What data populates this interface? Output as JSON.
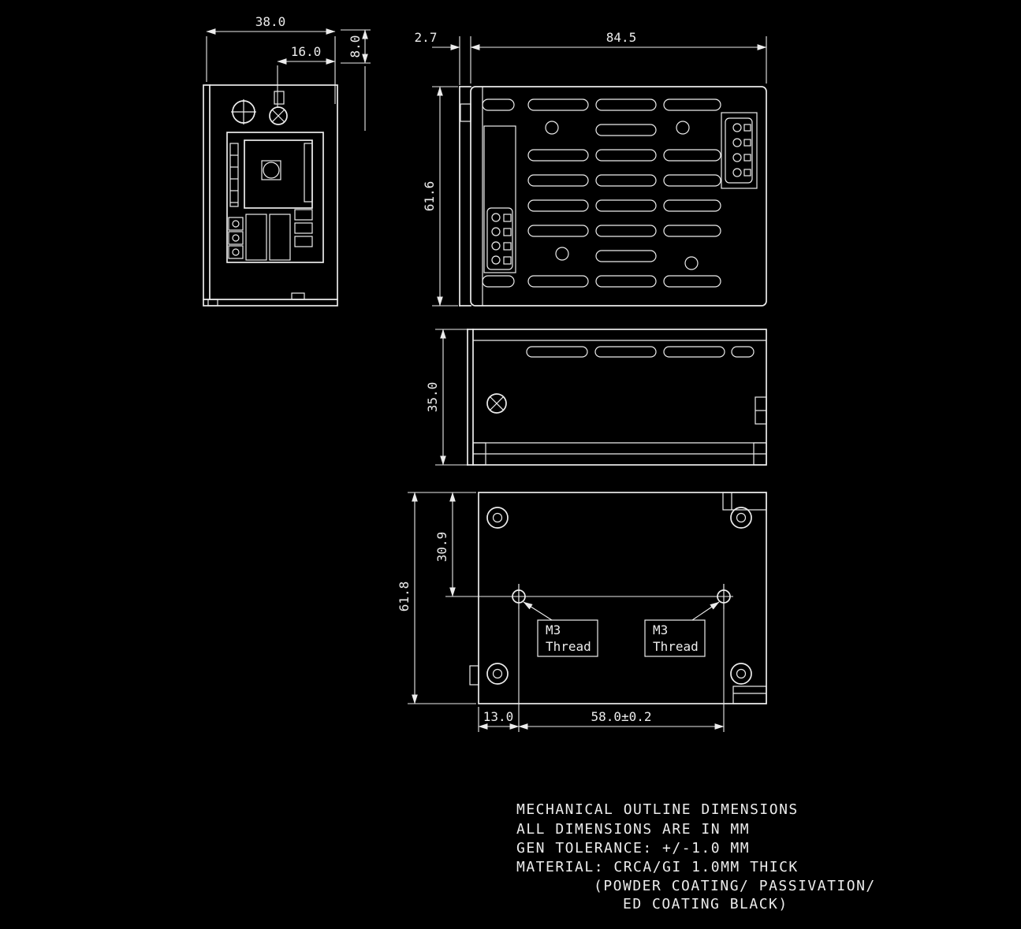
{
  "page": {
    "background": "#000000",
    "ink": "#ececec"
  },
  "views": {
    "front": {
      "dim_width": "38.0",
      "dim_inner": "16.0",
      "dim_depth": "8.0"
    },
    "top": {
      "dim_offset": "2.7",
      "dim_width": "84.5",
      "dim_height": "61.6"
    },
    "side": {
      "dim_height": "35.0"
    },
    "bottom": {
      "dim_half": "30.9",
      "dim_height": "61.8",
      "dim_offset": "13.0",
      "dim_span": "58.0±0.2",
      "thread_label_line1": "M3",
      "thread_label_line2": "Thread"
    }
  },
  "notes": [
    "MECHANICAL OUTLINE DIMENSIONS",
    "ALL DIMENSIONS ARE IN MM",
    "GEN TOLERANCE: +/-1.0 MM",
    "MATERIAL: CRCA/GI 1.0MM THICK",
    "(POWDER COATING/ PASSIVATION/",
    "ED COATING BLACK)"
  ]
}
